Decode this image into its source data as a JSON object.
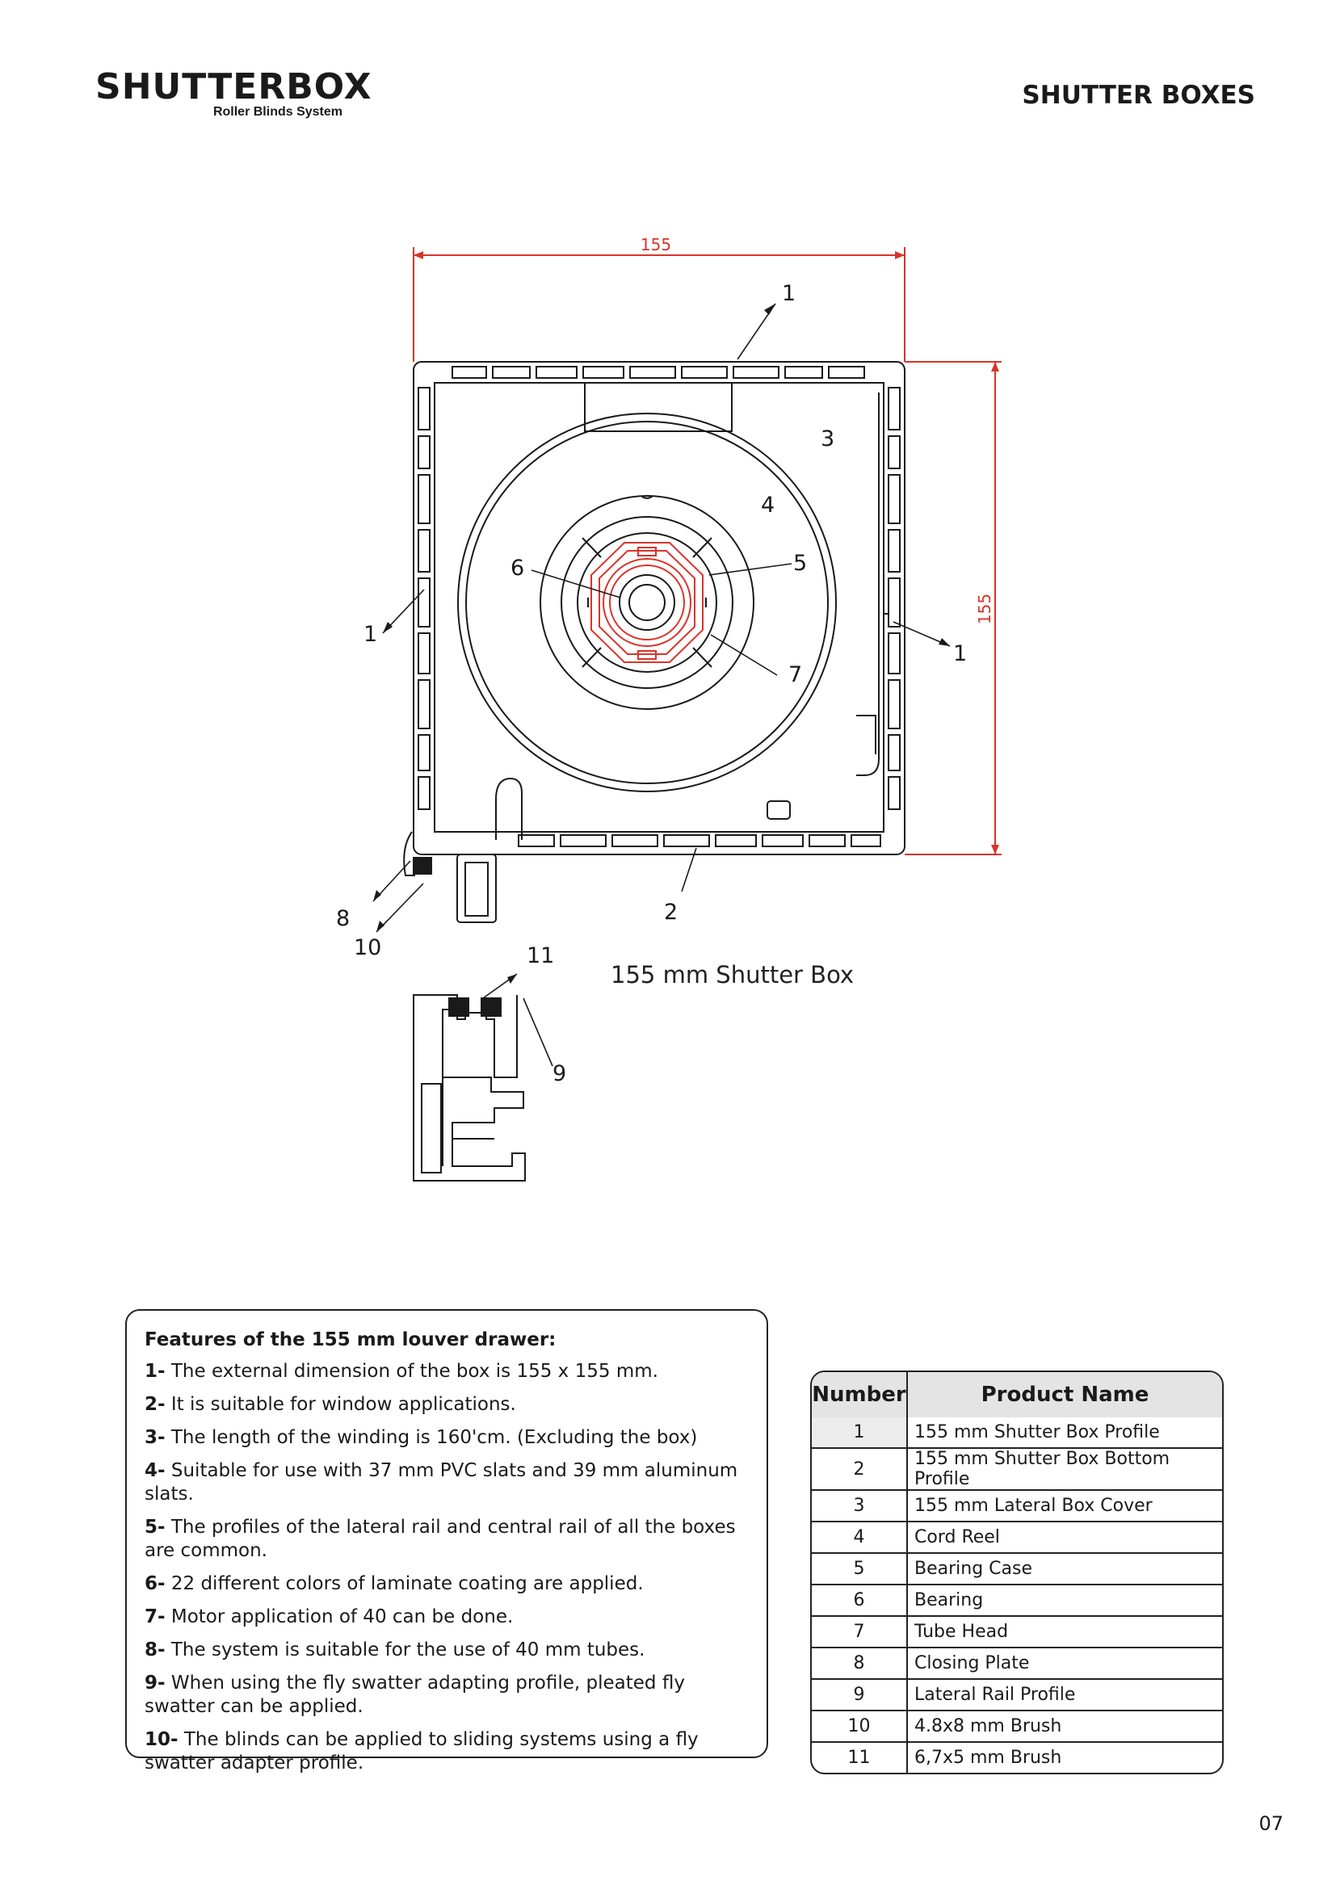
{
  "header": {
    "logo_text": "SHUTTERBOX",
    "logo_tagline": "Roller Blinds System",
    "section_title": "SHUTTER BOXES"
  },
  "drawing": {
    "dimension_width": "155",
    "dimension_height": "155",
    "callouts": [
      "1",
      "1",
      "1",
      "2",
      "3",
      "4",
      "5",
      "6",
      "7",
      "8",
      "9",
      "10",
      "11"
    ],
    "caption": "155 mm Shutter Box",
    "accent_color": "#d9342b"
  },
  "features": {
    "title": "Features of the 155 mm louver drawer:",
    "items": [
      {
        "num": "1-",
        "text": " The external dimension of the box is 155 x 155 mm."
      },
      {
        "num": "2-",
        "text": " It is suitable for window applications."
      },
      {
        "num": "3-",
        "text": " The length of the winding is 160'cm. (Excluding the box)"
      },
      {
        "num": "4-",
        "text": " Suitable for use with 37 mm PVC slats and 39 mm aluminum slats."
      },
      {
        "num": "5-",
        "text": " The profiles of the lateral rail and central rail of all the boxes are common."
      },
      {
        "num": "6-",
        "text": " 22 different colors of laminate coating are applied."
      },
      {
        "num": "7-",
        "text": " Motor application of 40 can be done."
      },
      {
        "num": "8-",
        "text": " The system is suitable for the use of 40 mm tubes."
      },
      {
        "num": "9-",
        "text": " When using the fly swatter adapting profile, pleated fly swatter can be applied."
      },
      {
        "num": "10-",
        "text": " The blinds can be applied to sliding systems using a fly swatter adapter profile."
      }
    ]
  },
  "parts_table": {
    "headers": [
      "Number",
      "Product Name"
    ],
    "rows": [
      [
        "1",
        "155 mm Shutter Box Profile"
      ],
      [
        "2",
        "155 mm Shutter Box Bottom Profile"
      ],
      [
        "3",
        "155 mm Lateral Box Cover"
      ],
      [
        "4",
        "Cord Reel"
      ],
      [
        "5",
        "Bearing Case"
      ],
      [
        "6",
        "Bearing"
      ],
      [
        "7",
        "Tube Head"
      ],
      [
        "8",
        "Closing Plate"
      ],
      [
        "9",
        "Lateral Rail Profile"
      ],
      [
        "10",
        "4.8x8 mm Brush"
      ],
      [
        "11",
        "6,7x5 mm Brush"
      ]
    ]
  },
  "page_number": "07"
}
